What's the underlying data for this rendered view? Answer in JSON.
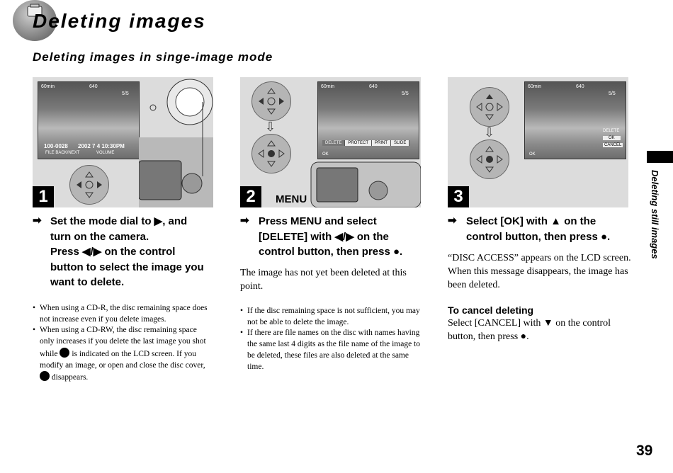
{
  "page": {
    "title": "Deleting images",
    "section_title": "Deleting images in singe-image mode",
    "side_tab": "Deleting still images",
    "page_number": "39"
  },
  "steps": [
    {
      "number": "1",
      "lcd": {
        "battery": "60min",
        "size": "640",
        "frame": "5/5",
        "file": "100-0028",
        "date": "2002  7  4 10:30PM",
        "hint_left": "FILE BACK/NEXT",
        "hint_right": "VOLUME"
      },
      "instruction": [
        "Set the mode dial to ▶, and",
        "turn on the camera.",
        "Press ◀/▶ on the control",
        "button to select the image you",
        "want to delete."
      ],
      "notes": [
        "When using a CD-R, the disc remaining space does not increase even if you delete images.",
        "When using a CD-RW, the disc remaining space only increases if you delete the last image you shot while",
        "is indicated on the LCD screen. If you modify an image, or open and close the disc cover,",
        "disappears."
      ]
    },
    {
      "number": "2",
      "label": "MENU",
      "lcd": {
        "battery": "60min",
        "size": "640",
        "frame": "5/5",
        "menu": [
          "DELETE",
          "PROTECT",
          "PRINT",
          "SLIDE"
        ],
        "ok": "OK"
      },
      "instruction": [
        "Press MENU and select",
        "[DELETE] with ◀/▶ on the",
        "control button, then press ●."
      ],
      "body": "The image has not yet been deleted at this point.",
      "notes": [
        "If the disc remaining space is not sufficient, you may not be able to delete the image.",
        "If there are file names on the disc with names having the same last 4 digits as the file name of the image to be deleted, these files are also deleted at the same time."
      ]
    },
    {
      "number": "3",
      "lcd": {
        "battery": "60min",
        "size": "640",
        "frame": "5/5",
        "options": [
          "DELETE",
          "OK",
          "CANCEL"
        ],
        "ok": "OK"
      },
      "instruction": [
        "Select [OK] with ▲ on the",
        "control button, then press ●."
      ],
      "body": "“DISC ACCESS” appears on the LCD screen. When this message disappears, the image has been deleted.",
      "cancel_title": "To cancel deleting",
      "cancel_body": "Select [CANCEL] with ▼ on the control button, then press ●."
    }
  ],
  "icons": [
    "delete-icon",
    "disc-icon",
    "control-pad-icon",
    "mode-dial-icon",
    "arrow-right-icon"
  ]
}
